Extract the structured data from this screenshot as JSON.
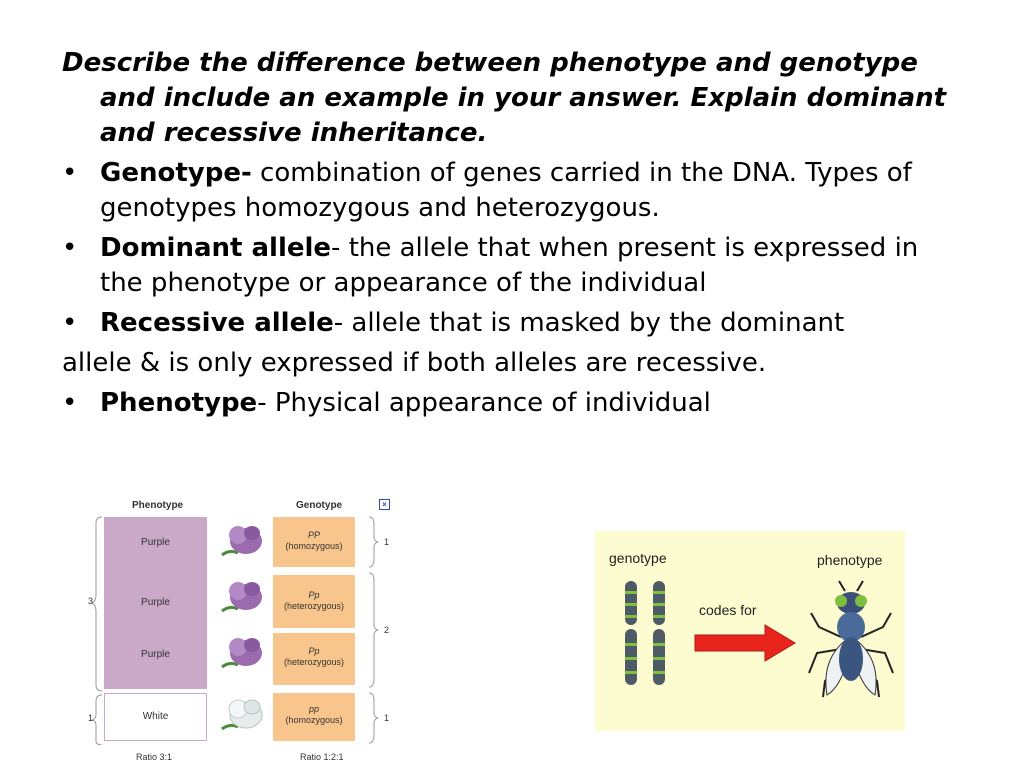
{
  "prompt": "Describe the difference between phenotype and genotype and include an example in your answer. Explain dominant and recessive inheritance.",
  "bullet_glyph": "•",
  "bullets": [
    {
      "term": "Genotype-",
      "text": " combination of genes carried in the DNA. Types of genotypes homozygous and heterozygous."
    },
    {
      "term": "Dominant allele",
      "text": "- the allele that when present is expressed in the phenotype or appearance of the individual"
    },
    {
      "term": "Recessive allele",
      "text": "- allele that is masked by the dominant"
    }
  ],
  "continuation": "allele & is only expressed if both alleles are recessive.",
  "bullet_last": {
    "term": "Phenotype",
    "text": "- Physical appearance of individual"
  },
  "left_figure": {
    "phenotype_header": "Phenotype",
    "genotype_header": "Genotype",
    "phenotypes": [
      "Purple",
      "Purple",
      "Purple",
      "White"
    ],
    "genotypes": [
      {
        "alleles": "PP",
        "type": "(homozygous)"
      },
      {
        "alleles": "Pp",
        "type": "(heterozygous)"
      },
      {
        "alleles": "Pp",
        "type": "(heterozygous)"
      },
      {
        "alleles": "pp",
        "type": "(homozygous)"
      }
    ],
    "phenotype_ratio": "Ratio 3:1",
    "genotype_ratio": "Ratio 1:2:1",
    "left_counts": [
      "3",
      "1"
    ],
    "right_counts": [
      "1",
      "2",
      "1"
    ],
    "close_glyph": "×",
    "colors": {
      "purple": "#c9a8c8",
      "orange": "#f8c68c"
    }
  },
  "right_figure": {
    "genotype_label": "genotype",
    "arrow_label": "codes for",
    "phenotype_label": "phenotype",
    "colors": {
      "background": "#fdfbd0",
      "arrow": "#e8241c"
    }
  }
}
